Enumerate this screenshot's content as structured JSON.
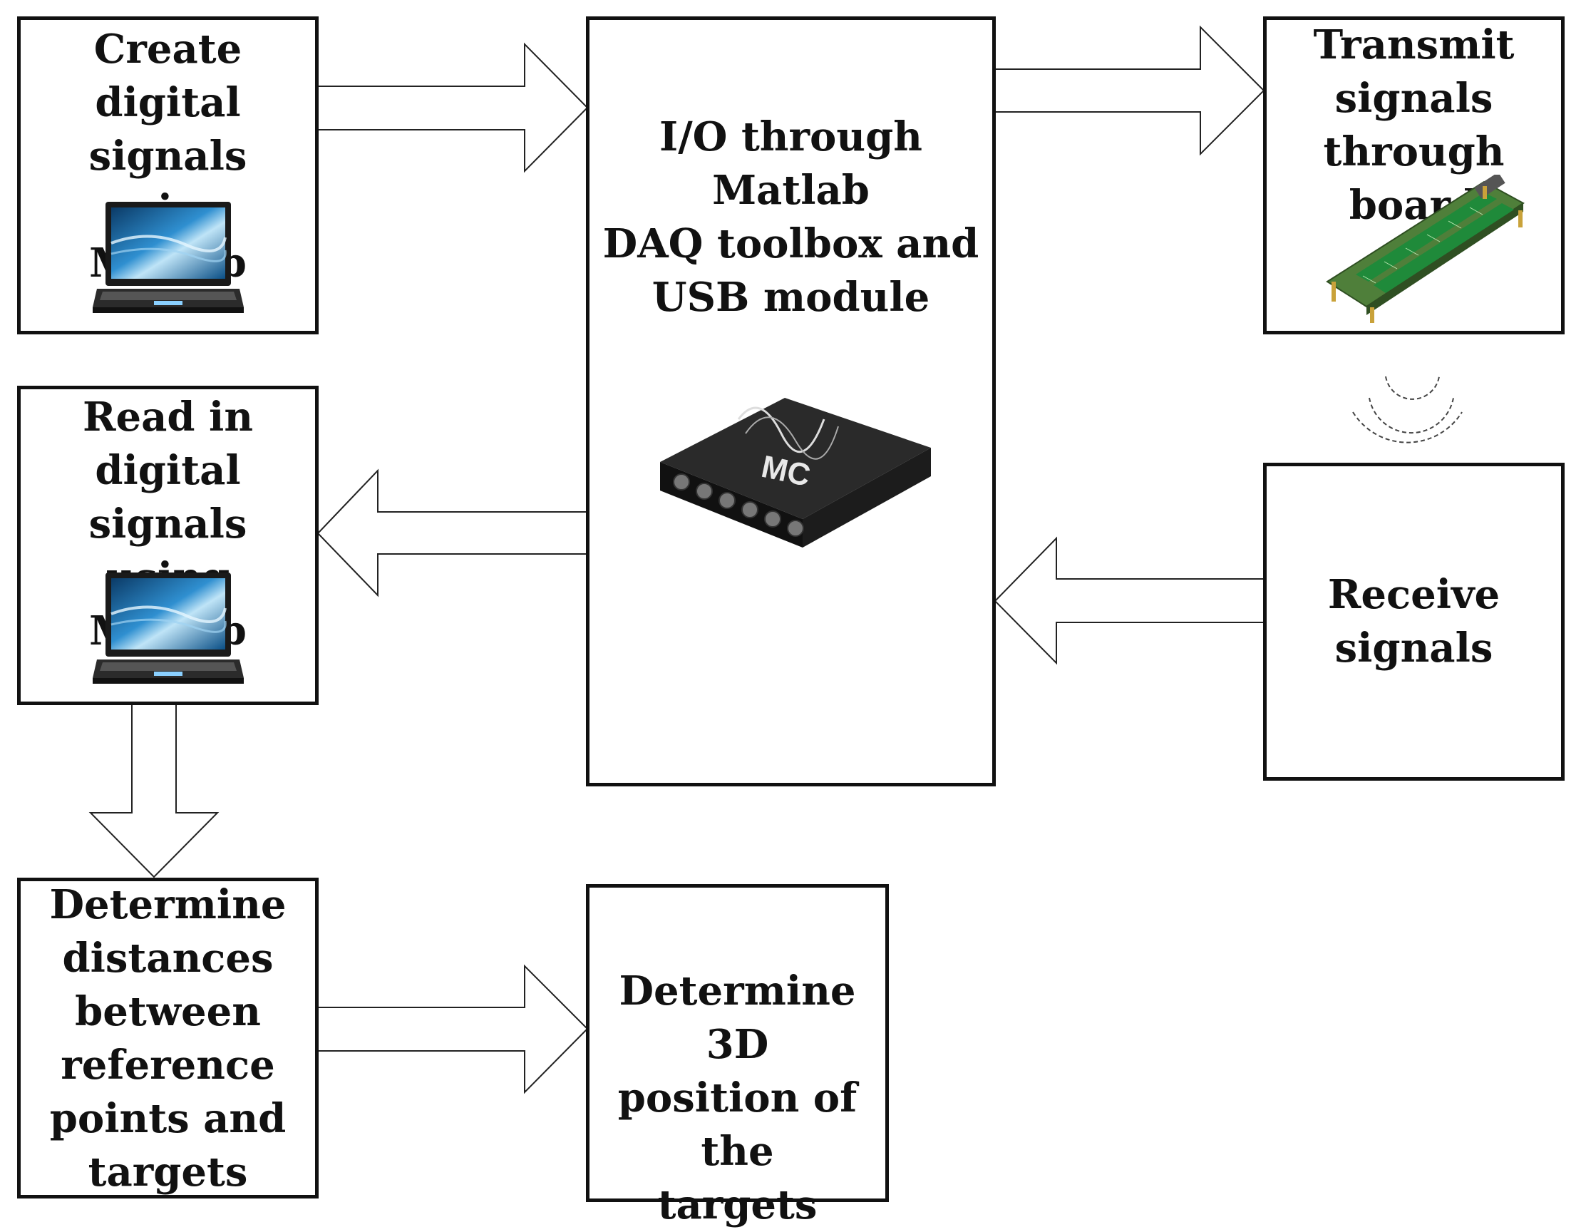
{
  "nodes": {
    "create": {
      "lines": [
        "Create digital",
        "signals",
        "using Matlab"
      ]
    },
    "read": {
      "lines": [
        "Read in digital",
        "signals using",
        "Matlab"
      ]
    },
    "dist": {
      "lines": [
        "Determine",
        "distances",
        "between",
        "reference",
        "points and",
        "targets"
      ]
    },
    "io": {
      "lines": [
        "I/O through Matlab",
        "DAQ toolbox and",
        "USB module"
      ]
    },
    "pos": {
      "lines": [
        "Determine 3D",
        "position of the",
        "targets"
      ]
    },
    "tx": {
      "lines": [
        "Transmit",
        "signals",
        "through board"
      ]
    },
    "rx": {
      "lines": [
        "Receive",
        "signals"
      ]
    }
  },
  "device_logo": "MC"
}
